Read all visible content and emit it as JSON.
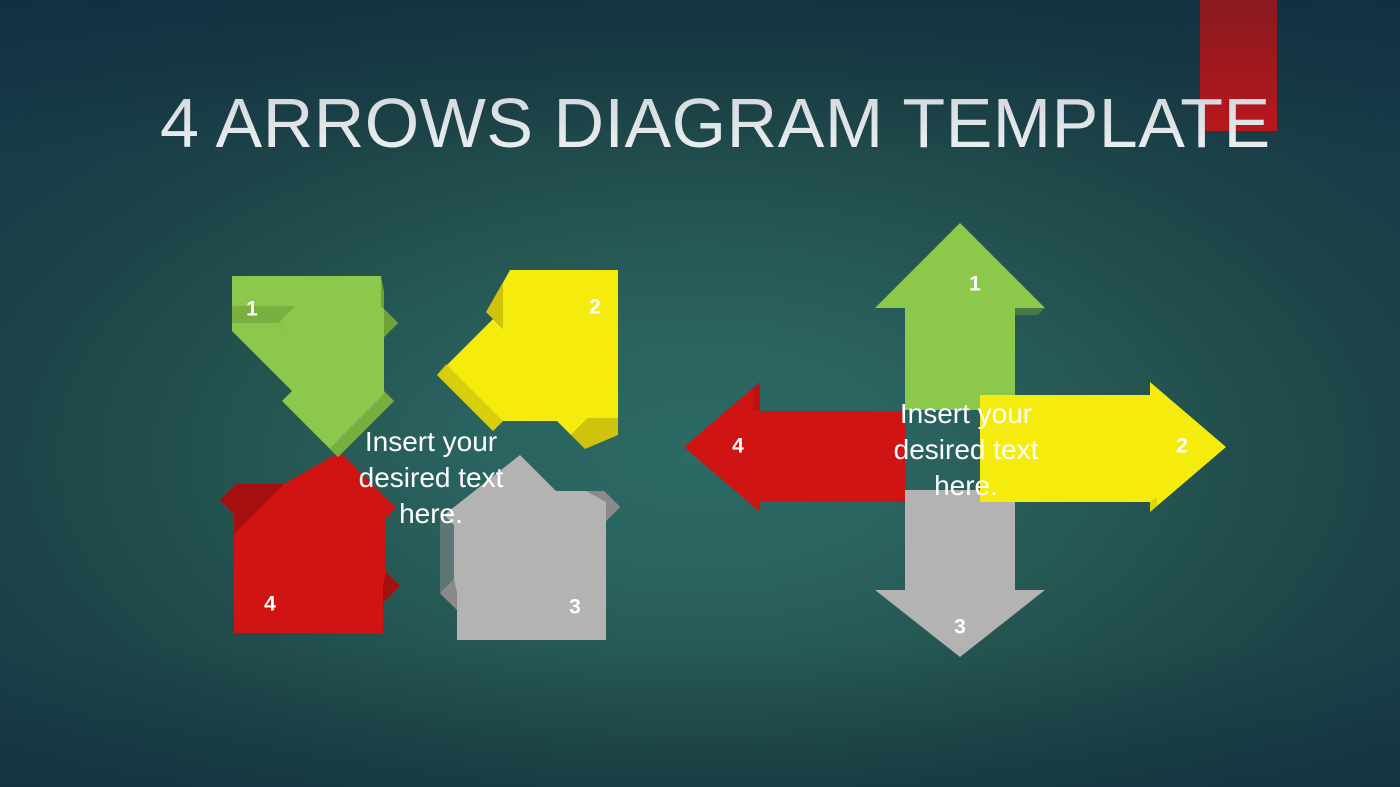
{
  "slide": {
    "title": "4 ARROWS DIAGRAM TEMPLATE",
    "background": {
      "center_color": "#2d6a64",
      "edge_color": "#16384e"
    },
    "accent_block": {
      "name": "red-corner-accent",
      "color": "#c0181b"
    }
  },
  "palette": {
    "green": "#8cc84b",
    "green_shadow": "#6fa33a",
    "yellow": "#f5ec0d",
    "yellow_shadow": "#cfc40b",
    "gray": "#b3b3b3",
    "gray_shadow": "#8a8a8a",
    "red": "#d01414",
    "red_shadow": "#a50f0f",
    "label_color": "#ffffff"
  },
  "diagrams": [
    {
      "id": "diagonal",
      "name": "four-diagonal-arrows",
      "caption": "Insert your\ndesired text\nhere.",
      "arrows": [
        {
          "label": "1",
          "color_key": "green",
          "color": "#8cc84b",
          "shadow": "#6fa33a",
          "direction": "up-left",
          "position": "top-left"
        },
        {
          "label": "2",
          "color_key": "yellow",
          "color": "#f5ec0d",
          "shadow": "#cfc40b",
          "direction": "up-right",
          "position": "top-right"
        },
        {
          "label": "3",
          "color_key": "gray",
          "color": "#b3b3b3",
          "shadow": "#8a8a8a",
          "direction": "down-right",
          "position": "bottom-right"
        },
        {
          "label": "4",
          "color_key": "red",
          "color": "#d01414",
          "shadow": "#a50f0f",
          "direction": "down-left",
          "position": "bottom-left"
        }
      ]
    },
    {
      "id": "orthogonal",
      "name": "four-orthogonal-arrows",
      "caption": "Insert your\ndesired text\nhere.",
      "arrows": [
        {
          "label": "1",
          "color_key": "green",
          "color": "#8cc84b",
          "shadow": "#6fa33a",
          "direction": "up",
          "position": "top"
        },
        {
          "label": "2",
          "color_key": "yellow",
          "color": "#f5ec0d",
          "shadow": "#cfc40b",
          "direction": "right",
          "position": "right"
        },
        {
          "label": "3",
          "color_key": "gray",
          "color": "#b3b3b3",
          "shadow": "#8a8a8a",
          "direction": "down",
          "position": "bottom"
        },
        {
          "label": "4",
          "color_key": "red",
          "color": "#d01414",
          "shadow": "#a50f0f",
          "direction": "left",
          "position": "left"
        }
      ]
    }
  ]
}
